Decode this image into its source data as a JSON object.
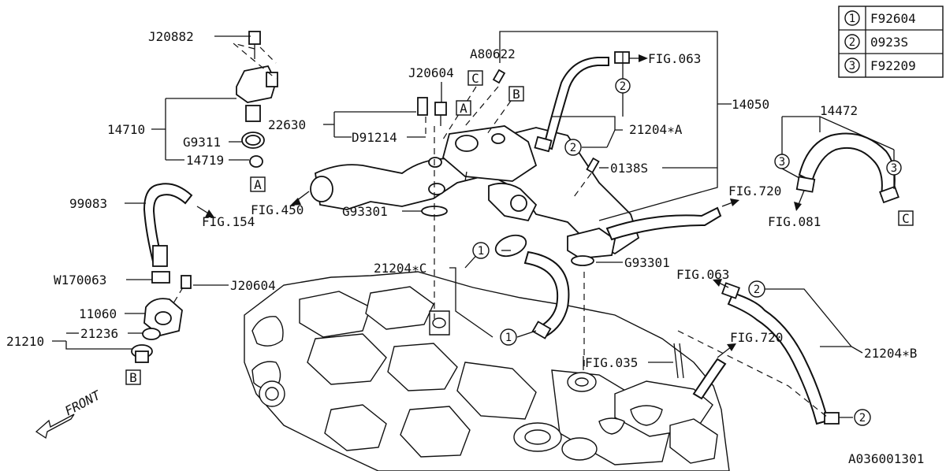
{
  "legend": [
    {
      "num": "1",
      "code": "F92604"
    },
    {
      "num": "2",
      "code": "0923S"
    },
    {
      "num": "3",
      "code": "F92209"
    }
  ],
  "labels": {
    "j20882": "J20882",
    "a80622": "A80622",
    "fig063_top": "FIG.063",
    "j20604_top": "J20604",
    "box_c_top": "C",
    "box_a_mid": "A",
    "box_b_mid": "B",
    "p14710": "14710",
    "g9311": "G9311",
    "p14719": "14719",
    "box_a_left": "A",
    "p22630": "22630",
    "d91214": "D91214",
    "p14050": "14050",
    "p21204a": "21204∗A",
    "p0138s": "0138S",
    "p14472": "14472",
    "fig720_right": "FIG.720",
    "fig081": "FIG.081",
    "box_c_right": "C",
    "p99083": "99083",
    "fig154": "FIG.154",
    "fig450": "FIG.450",
    "g93301_left": "G93301",
    "g93301_right": "G93301",
    "p21204c": "21204∗C",
    "w170063": "W170063",
    "j20604_left": "J20604",
    "p11060": "11060",
    "p21236": "21236",
    "p21210": "21210",
    "box_b_left": "B",
    "fig063_mid": "FIG.063",
    "fig720_mid": "FIG.720",
    "p21204b": "21204∗B",
    "fig035": "FIG.035",
    "front": "FRONT",
    "diagram_id": "A036001301"
  },
  "callouts": {
    "c1": "1",
    "c2": "2",
    "c3": "3"
  }
}
